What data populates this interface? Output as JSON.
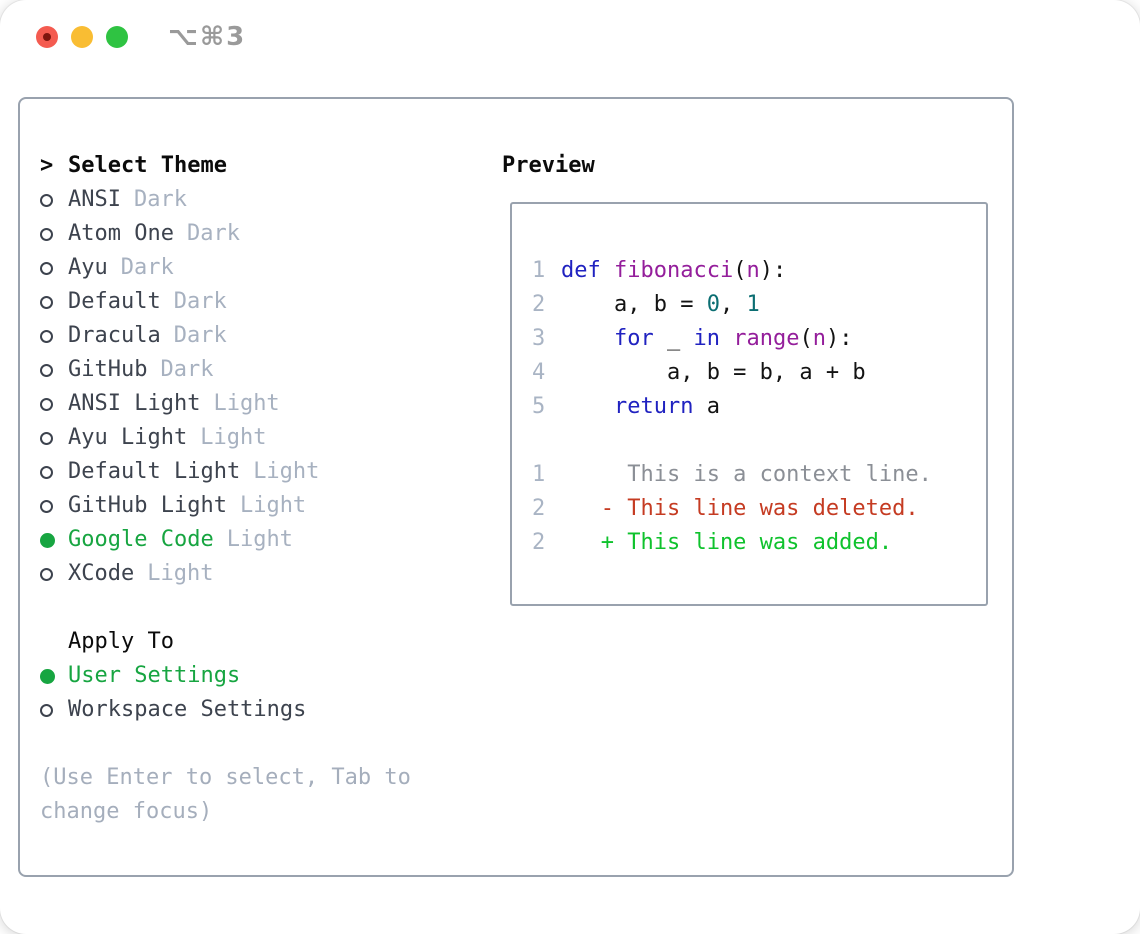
{
  "window": {
    "shortcut_label": "⌥⌘3"
  },
  "colors": {
    "keyword_blue": "#2022c0",
    "function_purple": "#941e9b",
    "literal_teal": "#0b6e72",
    "selected_green": "#17a541",
    "deleted_red": "#c53b22",
    "added_green": "#0fc22d",
    "traffic_red": "#f45b50",
    "traffic_yellow": "#f9bd33",
    "traffic_green": "#2fc342",
    "panel_border_gray": "#99a2ae"
  },
  "theme_panel": {
    "header": {
      "prefix": ">",
      "label": "Select Theme"
    },
    "themes": [
      {
        "name": "ANSI",
        "variant": "Dark",
        "selected": false
      },
      {
        "name": "Atom One",
        "variant": "Dark",
        "selected": false
      },
      {
        "name": "Ayu",
        "variant": "Dark",
        "selected": false
      },
      {
        "name": "Default",
        "variant": "Dark",
        "selected": false
      },
      {
        "name": "Dracula",
        "variant": "Dark",
        "selected": false
      },
      {
        "name": "GitHub",
        "variant": "Dark",
        "selected": false
      },
      {
        "name": "ANSI Light",
        "variant": "Light",
        "selected": false
      },
      {
        "name": "Ayu Light",
        "variant": "Light",
        "selected": false
      },
      {
        "name": "Default Light",
        "variant": "Light",
        "selected": false
      },
      {
        "name": "GitHub Light",
        "variant": "Light",
        "selected": false
      },
      {
        "name": "Google Code",
        "variant": "Light",
        "selected": true
      },
      {
        "name": "XCode",
        "variant": "Light",
        "selected": false
      }
    ],
    "apply_to": {
      "label": "Apply To",
      "options": [
        {
          "name": "User Settings",
          "selected": true
        },
        {
          "name": "Workspace Settings",
          "selected": false
        }
      ]
    },
    "help_lines": [
      "(Use Enter to select, Tab to",
      "change focus)"
    ]
  },
  "preview": {
    "title": "Preview",
    "lines": [
      {
        "num": "1",
        "kind": "code-line",
        "tokens": [
          {
            "t": "def",
            "c": "kwd"
          },
          {
            "t": " ",
            "c": "pln"
          },
          {
            "t": "fibonacci",
            "c": "typ"
          },
          {
            "t": "(",
            "c": "pln"
          },
          {
            "t": "n",
            "c": "typ"
          },
          {
            "t": "):",
            "c": "pln"
          }
        ]
      },
      {
        "num": "2",
        "kind": "code-line",
        "tokens": [
          {
            "t": "    a, b = ",
            "c": "pln"
          },
          {
            "t": "0",
            "c": "lit"
          },
          {
            "t": ", ",
            "c": "pln"
          },
          {
            "t": "1",
            "c": "lit"
          }
        ]
      },
      {
        "num": "3",
        "kind": "code-line",
        "tokens": [
          {
            "t": "    ",
            "c": "pln"
          },
          {
            "t": "for",
            "c": "kwd"
          },
          {
            "t": " _ ",
            "c": "pln"
          },
          {
            "t": "in",
            "c": "kwd"
          },
          {
            "t": " ",
            "c": "pln"
          },
          {
            "t": "range",
            "c": "typ"
          },
          {
            "t": "(",
            "c": "pln"
          },
          {
            "t": "n",
            "c": "typ"
          },
          {
            "t": "):",
            "c": "pln"
          }
        ]
      },
      {
        "num": "4",
        "kind": "code-line",
        "tokens": [
          {
            "t": "        a, b = b, a + b",
            "c": "pln"
          }
        ]
      },
      {
        "num": "5",
        "kind": "code-line",
        "tokens": [
          {
            "t": "    ",
            "c": "pln"
          },
          {
            "t": "return",
            "c": "kwd"
          },
          {
            "t": " a",
            "c": "pln"
          }
        ]
      },
      {
        "num": "",
        "kind": "blank-line",
        "tokens": []
      },
      {
        "num": "1",
        "kind": "diff-context-line",
        "tokens": [
          {
            "t": "     This is a context line.",
            "c": "ctx"
          }
        ]
      },
      {
        "num": "2",
        "kind": "diff-deleted-line",
        "tokens": [
          {
            "t": "   - This line was deleted.",
            "c": "del"
          }
        ]
      },
      {
        "num": "2",
        "kind": "diff-added-line",
        "tokens": [
          {
            "t": "   + This line was added.",
            "c": "add"
          }
        ]
      }
    ]
  }
}
